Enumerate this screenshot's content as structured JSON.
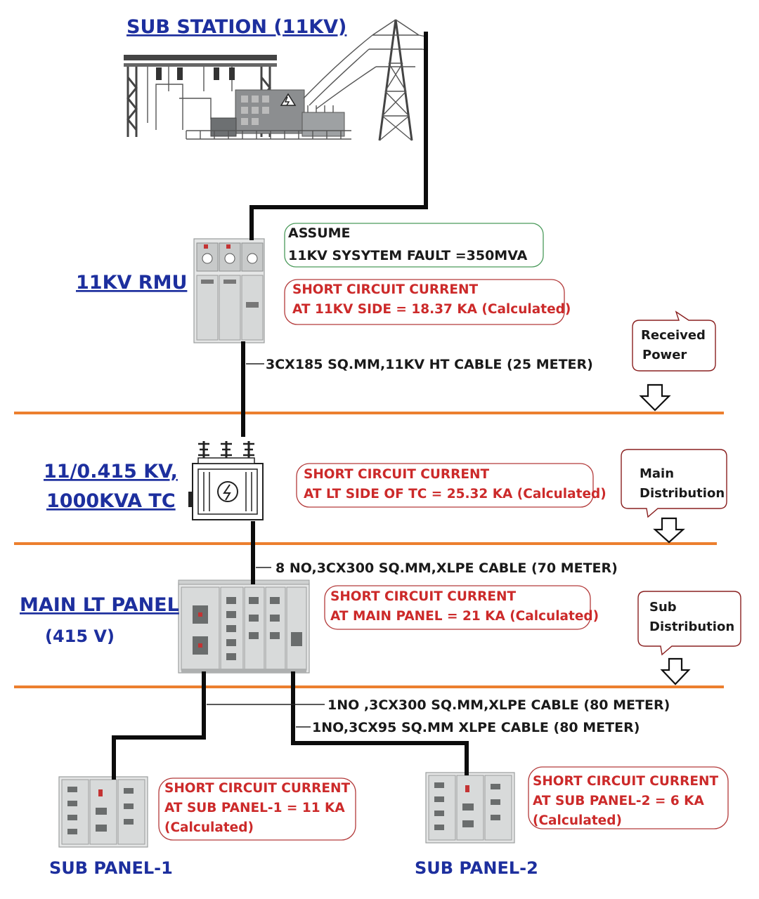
{
  "titles": {
    "substation": "SUB STATION (11KV)",
    "rmu": "11KV RMU",
    "transformer_line1": "11/0.415 KV,",
    "transformer_line2": "1000KVA TC",
    "main_panel": "MAIN LT PANEL",
    "main_panel_voltage": "(415 V)",
    "sub_panel_1": "SUB PANEL-1",
    "sub_panel_2": "SUB PANEL-2"
  },
  "assume_box": {
    "line1": "ASSUME",
    "line2": "11KV SYSYTEM FAULT =350MVA"
  },
  "fault_boxes": {
    "rmu": {
      "line1": "SHORT CIRCUIT CURRENT",
      "line2": "AT 11KV SIDE = 18.37 KA (Calculated)"
    },
    "transformer": {
      "line1": "SHORT CIRCUIT CURRENT",
      "line2": "AT LT SIDE OF TC = 25.32 KA (Calculated)"
    },
    "main_panel": {
      "line1": "SHORT CIRCUIT CURRENT",
      "line2": "AT MAIN PANEL = 21 KA (Calculated)"
    },
    "sub_panel_1": {
      "line1": "SHORT CIRCUIT CURRENT",
      "line2": "AT SUB PANEL-1 = 11 KA",
      "line3": "(Calculated)"
    },
    "sub_panel_2": {
      "line1": "SHORT CIRCUIT CURRENT",
      "line2": "AT SUB PANEL-2 = 6 KA",
      "line3": "(Calculated)"
    }
  },
  "cables": {
    "ht": "3CX185 SQ.MM,11KV HT CABLE (25 METER)",
    "lt_main": "8 NO,3CX300 SQ.MM,XLPE CABLE (70 METER)",
    "sub1": "1NO ,3CX300 SQ.MM,XLPE CABLE (80 METER)",
    "sub2": "1NO,3CX95 SQ.MM XLPE CABLE (80 METER)"
  },
  "callouts": {
    "received": {
      "line1": "Received",
      "line2": "Power"
    },
    "main": {
      "line1": "Main",
      "line2": "Distribution"
    },
    "sub": {
      "line1": "Sub",
      "line2": "Distribution"
    }
  },
  "colors": {
    "title_blue": "#1d2f9e",
    "fault_red": "#cc2a2a",
    "separator_orange": "#ec7f2e",
    "wire_black": "#0c0c0c"
  }
}
